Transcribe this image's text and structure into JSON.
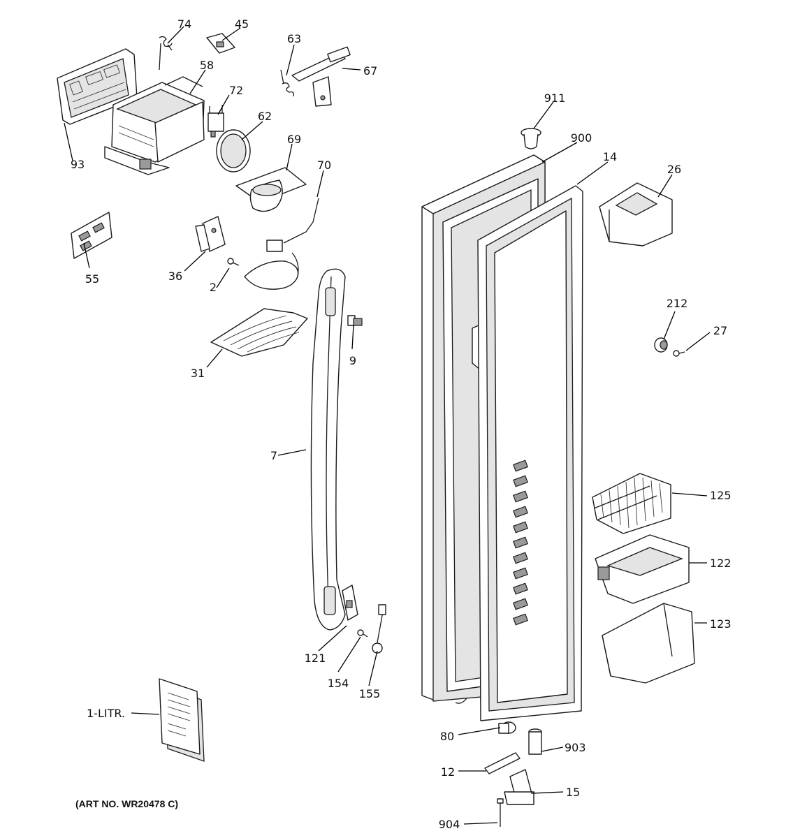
{
  "art_number": "(ART NO. WR20478 C)",
  "callouts": {
    "c74": "74",
    "c45": "45",
    "c63": "63",
    "c67": "67",
    "c58": "58",
    "c72": "72",
    "c62": "62",
    "c93": "93",
    "c69": "69",
    "c70": "70",
    "c911": "911",
    "c900": "900",
    "c14": "14",
    "c26": "26",
    "c55": "55",
    "c36": "36",
    "c2": "2",
    "c212": "212",
    "c27": "27",
    "c9": "9",
    "c31": "31",
    "c7": "7",
    "c125": "125",
    "c122": "122",
    "c123": "123",
    "c121": "121",
    "c154": "154",
    "c155": "155",
    "c1litr": "1-LITR.",
    "c80": "80",
    "c903": "903",
    "c12": "12",
    "c15": "15",
    "c904": "904"
  }
}
